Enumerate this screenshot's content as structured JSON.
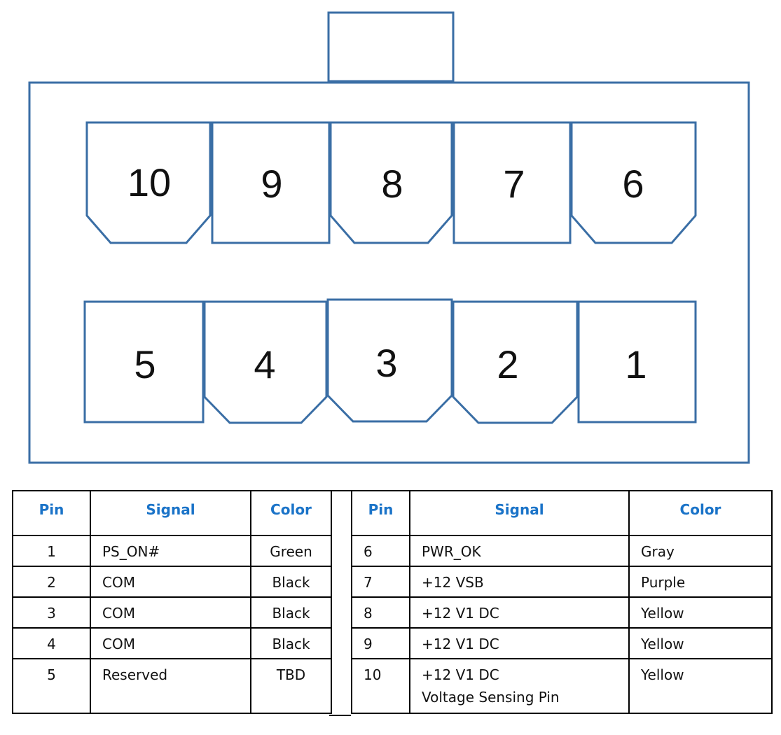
{
  "connector": {
    "top_row_pins": [
      "10",
      "9",
      "8",
      "7",
      "6"
    ],
    "bottom_row_pins": [
      "5",
      "4",
      "3",
      "2",
      "1"
    ]
  },
  "left_table": {
    "headers": [
      "Pin",
      "Signal",
      "Color"
    ],
    "rows": [
      {
        "pin": "1",
        "signal": "PS_ON#",
        "color": "Green"
      },
      {
        "pin": "2",
        "signal": "COM",
        "color": "Black"
      },
      {
        "pin": "3",
        "signal": "COM",
        "color": "Black"
      },
      {
        "pin": "4",
        "signal": "COM",
        "color": "Black"
      },
      {
        "pin": "5",
        "signal": "Reserved",
        "color": "TBD"
      }
    ]
  },
  "right_table": {
    "headers": [
      "Pin",
      "Signal",
      "Color"
    ],
    "rows": [
      {
        "pin": "6",
        "signal": "PWR_OK",
        "color": "Gray"
      },
      {
        "pin": "7",
        "signal": "+12 VSB",
        "color": "Purple"
      },
      {
        "pin": "8",
        "signal": "+12 V1 DC",
        "color": "Yellow"
      },
      {
        "pin": "9",
        "signal": "+12 V1 DC",
        "color": "Yellow"
      },
      {
        "pin": "10",
        "signal": "+12 V1 DC",
        "signal_note": "Voltage Sensing Pin",
        "color": "Yellow"
      }
    ]
  },
  "colors": {
    "outline": "#3a6ea5",
    "header_text": "#1a73c8"
  }
}
